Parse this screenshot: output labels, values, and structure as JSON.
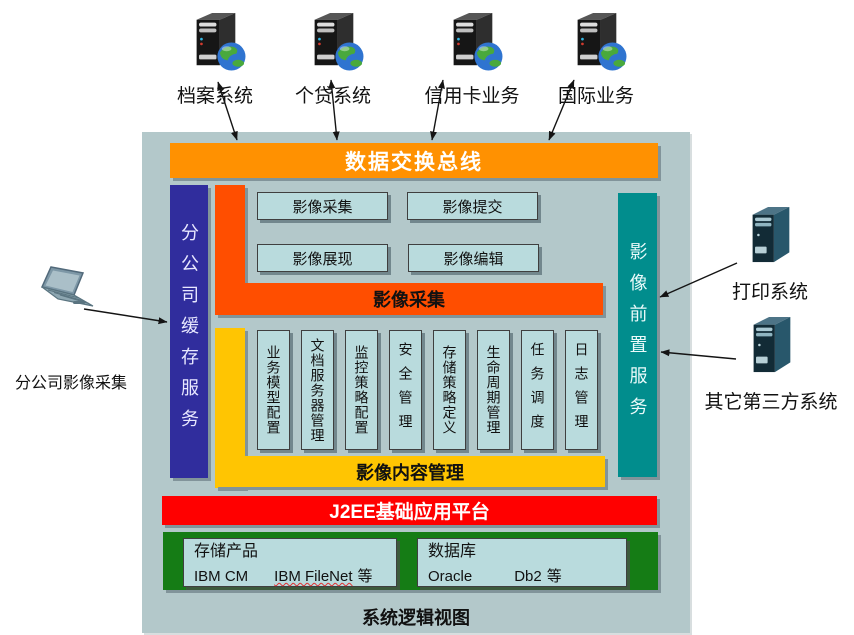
{
  "diagram": {
    "caption": "系统逻辑视图",
    "bus": {
      "label": "数据交换总线"
    },
    "external_top": [
      {
        "label": "档案系统",
        "icon": "server-globe-icon"
      },
      {
        "label": "个贷系统",
        "icon": "server-globe-icon"
      },
      {
        "label": "信用卡业务",
        "icon": "server-globe-icon"
      },
      {
        "label": "国际业务",
        "icon": "server-globe-icon"
      }
    ],
    "external_left": {
      "label": "分公司影像采集",
      "icon": "laptop-icon"
    },
    "external_right": [
      {
        "label": "打印系统",
        "icon": "server-icon"
      },
      {
        "label": "其它第三方系统",
        "icon": "server-icon"
      }
    ],
    "branch_cache_bar": {
      "label": "分公司缓存服务"
    },
    "front_service_bar": {
      "label": "影像前置服务"
    },
    "capture_group": {
      "label": "影像采集",
      "modules": [
        "影像采集",
        "影像提交",
        "影像展现",
        "影像编辑"
      ]
    },
    "content_group": {
      "label": "影像内容管理",
      "modules": [
        "业务模型配置",
        "文档服务器管理",
        "监控策略配置",
        "安全管理",
        "存储策略定义",
        "生命周期管理",
        "任务调度",
        "日志管理"
      ]
    },
    "platform_bar": {
      "label": "J2EE基础应用平台"
    },
    "foundation": {
      "storage": {
        "title": "存储产品",
        "item1": "IBM CM",
        "item2": "IBM FileNet",
        "suffix": "等"
      },
      "database": {
        "title": "数据库",
        "item1": "Oracle",
        "item2": "Db2",
        "suffix": "等"
      }
    },
    "colors": {
      "panel_background": "#b3c8ca",
      "bus_orange": "#ff9101",
      "capture_orange": "#ff4e00",
      "content_yellow": "#ffc502",
      "platform_red": "#ff0000",
      "foundation_green": "#157c15",
      "branch_cache_blue": "#302d9d",
      "front_service_teal": "#018d8d",
      "module_box_blue": "#b9dbdd"
    }
  }
}
